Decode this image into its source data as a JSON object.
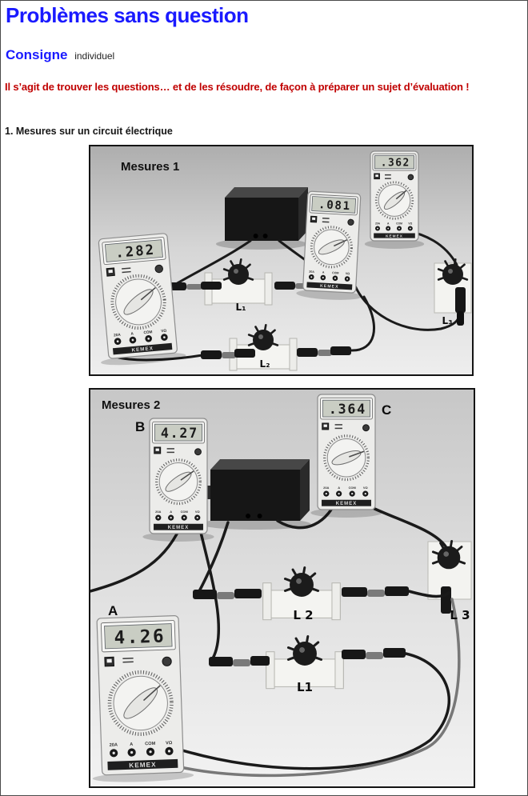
{
  "page": {
    "title": "Problèmes sans question",
    "consigne_label": "Consigne",
    "consigne_detail": "individuel",
    "instruction": "Il s’agit de trouver les questions… et de les résoudre, de façon à préparer un sujet d’évaluation !",
    "section_heading": "1. Mesures sur un circuit électrique"
  },
  "colors": {
    "title_blue": "#1a1aff",
    "instruction_red": "#c00000"
  },
  "figure1": {
    "caption": "Mesures 1",
    "jack_labels": [
      "20A",
      "A",
      "COM",
      "VΩ"
    ],
    "meters": [
      {
        "position": "left",
        "reading": ".282",
        "brand": "KEMEX"
      },
      {
        "position": "middle",
        "reading": ".081",
        "brand": "KEMEX"
      },
      {
        "position": "right",
        "reading": ".362",
        "brand": "KEMEX"
      }
    ],
    "lamps": [
      {
        "label": "L₁"
      },
      {
        "label": "L₂"
      },
      {
        "label": "L₃"
      }
    ]
  },
  "figure2": {
    "caption": "Mesures 2",
    "jack_labels": [
      "20A",
      "A",
      "COM",
      "VΩ"
    ],
    "meters": [
      {
        "tag": "A",
        "reading": "4.26",
        "brand": "KEMEX"
      },
      {
        "tag": "B",
        "reading": "4.27",
        "brand": "KEMEX"
      },
      {
        "tag": "C",
        "reading": ".364",
        "brand": "KEMEX"
      }
    ],
    "lamps": [
      {
        "label": "L1"
      },
      {
        "label": "L 2"
      },
      {
        "label": "L 3"
      }
    ]
  }
}
